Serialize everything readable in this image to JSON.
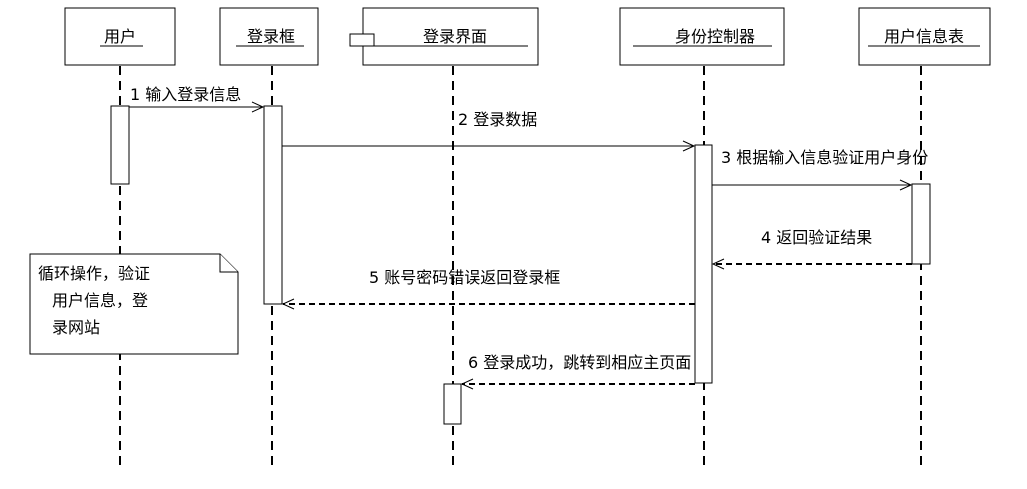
{
  "participants": {
    "user": "用户",
    "login_box": "登录框",
    "login_ui": "登录界面",
    "identity_ctrl": "身份控制器",
    "user_table": "用户信息表"
  },
  "messages": {
    "m1": "1 输入登录信息",
    "m2": "2 登录数据",
    "m3": "3 根据输入信息验证用户身份",
    "m4": "4 返回验证结果",
    "m5": "5 账号密码错误返回登录框",
    "m6": "6 登录成功，跳转到相应主页面"
  },
  "note": {
    "line1": "循环操作，验证",
    "line2": "用户信息，登",
    "line3": "录网站"
  }
}
